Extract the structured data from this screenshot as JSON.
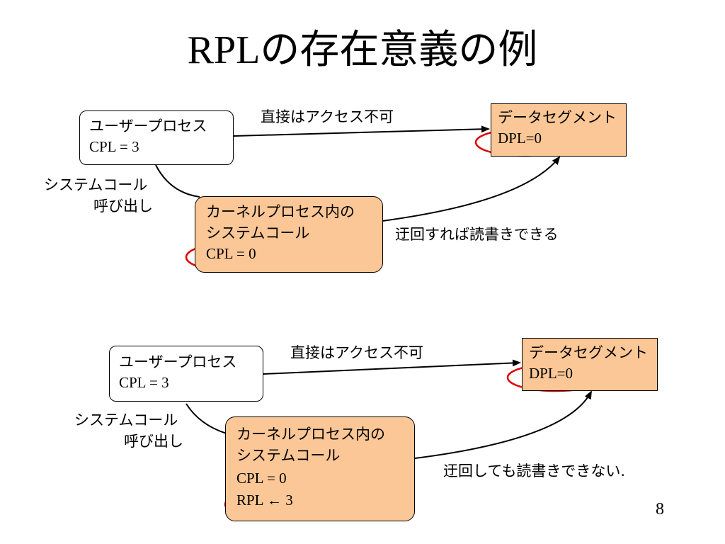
{
  "title": "RPLの存在意義の例",
  "page_number": "8",
  "colors": {
    "box_fill": "#fbc796",
    "highlight": "#e00000",
    "line": "#000000"
  },
  "diagram1": {
    "user_box": {
      "title": "ユーザープロセス",
      "cpl": "CPL = 3"
    },
    "data_segment": {
      "title": "データセグメント",
      "dpl": "DPL=0"
    },
    "kernel_box": {
      "line1": "カーネルプロセス内の",
      "line2": "システムコール",
      "cpl": "CPL = 0"
    },
    "direct_label": "直接はアクセス不可",
    "syscall_label_1": "システムコール",
    "syscall_label_2": "呼び出し",
    "detour_label": "迂回すれば読書きできる"
  },
  "diagram2": {
    "user_box": {
      "title": "ユーザープロセス",
      "cpl": "CPL = 3"
    },
    "data_segment": {
      "title": "データセグメント",
      "dpl": "DPL=0"
    },
    "kernel_box": {
      "line1": "カーネルプロセス内の",
      "line2": "システムコール",
      "cpl": "CPL = 0",
      "rpl": "RPL ← 3"
    },
    "direct_label": "直接はアクセス不可",
    "syscall_label_1": "システムコール",
    "syscall_label_2": "呼び出し",
    "detour_label": "迂回しても読書きできない."
  }
}
